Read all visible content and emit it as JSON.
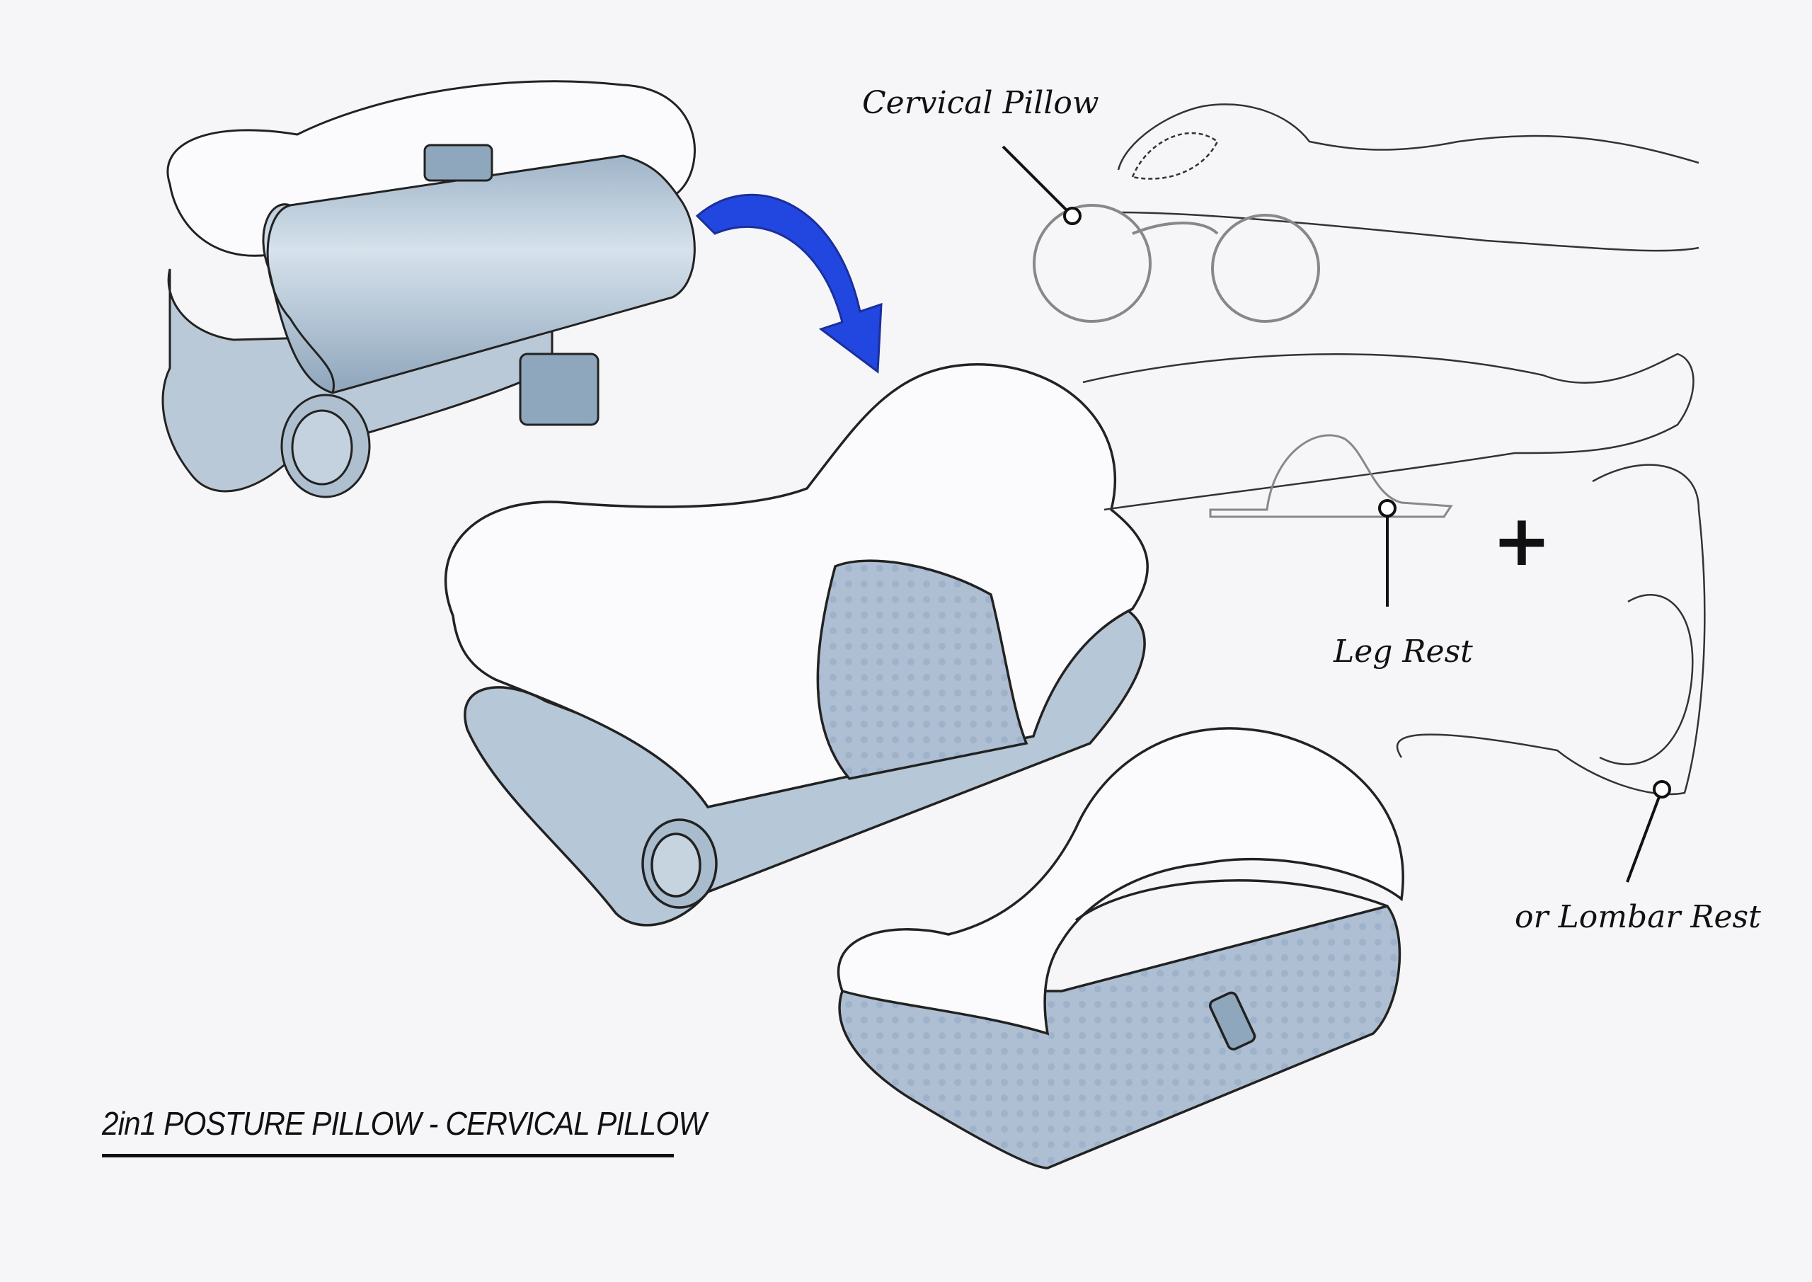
{
  "title": "2in1 POSTURE PILLOW - CERVICAL PILLOW",
  "labels": {
    "cervical": "Cervical Pillow",
    "leg_rest": "Leg Rest",
    "lumbar_rest": "or Lombar Rest",
    "plus": "+"
  },
  "colors": {
    "pillow_fabric": "#b7c7d6",
    "pillow_top": "#ffffff",
    "arrow": "#2247e0",
    "ink": "#111111"
  }
}
